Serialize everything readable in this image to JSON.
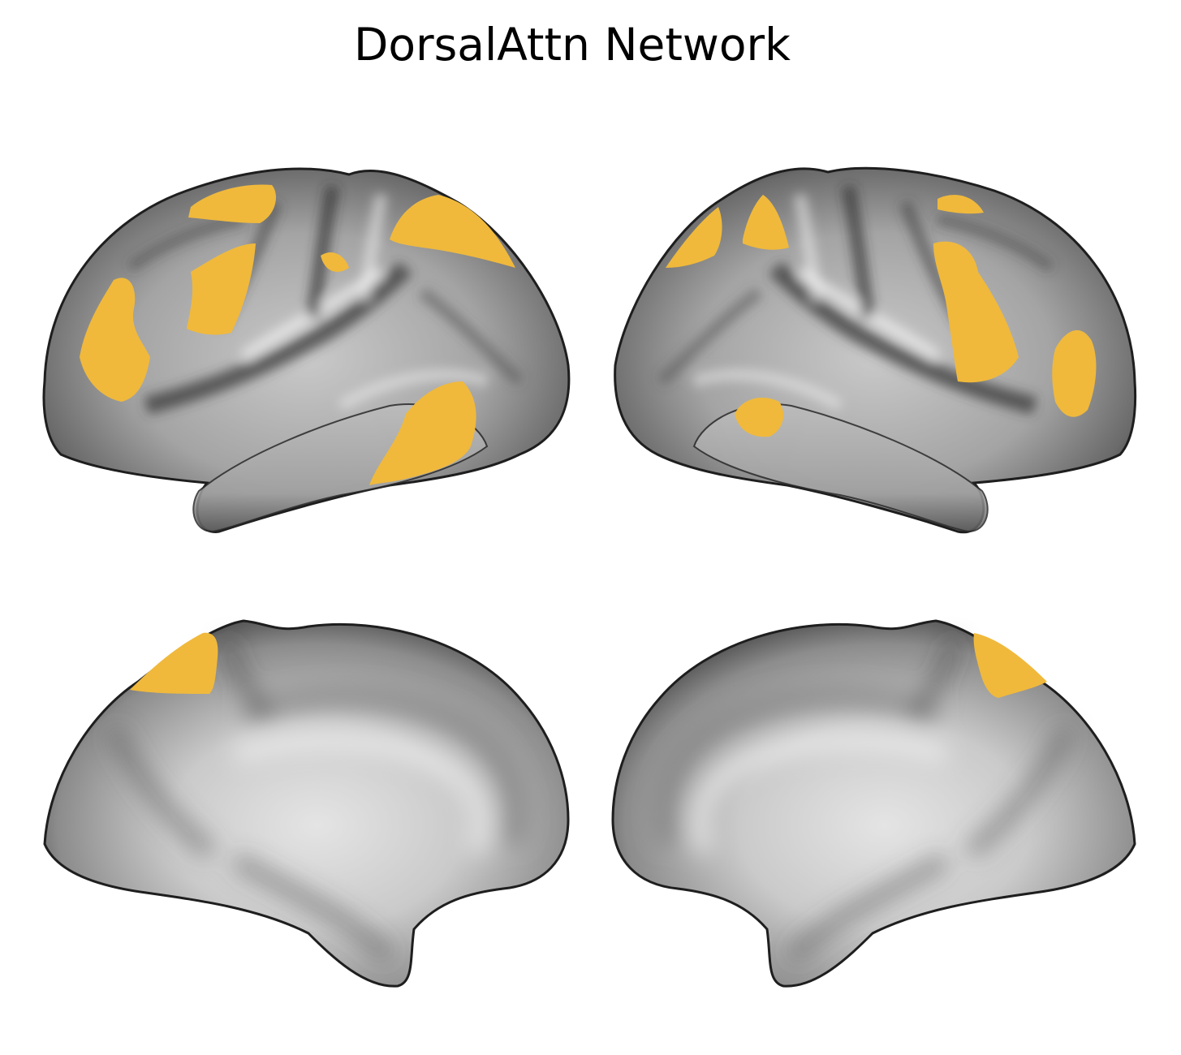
{
  "figure": {
    "title": "DorsalAttn Network"
  },
  "colors": {
    "background": "#ffffff",
    "surface_light": "#d2d2d2",
    "surface_mid": "#8e8e8e",
    "surface_dark": "#2a2a2a",
    "highlight": "#f0b93c",
    "title_text": "#000000"
  },
  "panels": [
    {
      "id": "left-lateral",
      "view": "lateral",
      "hemisphere": "left"
    },
    {
      "id": "right-lateral",
      "view": "lateral",
      "hemisphere": "right"
    },
    {
      "id": "left-medial",
      "view": "medial",
      "hemisphere": "left"
    },
    {
      "id": "right-medial",
      "view": "medial",
      "hemisphere": "right"
    }
  ]
}
